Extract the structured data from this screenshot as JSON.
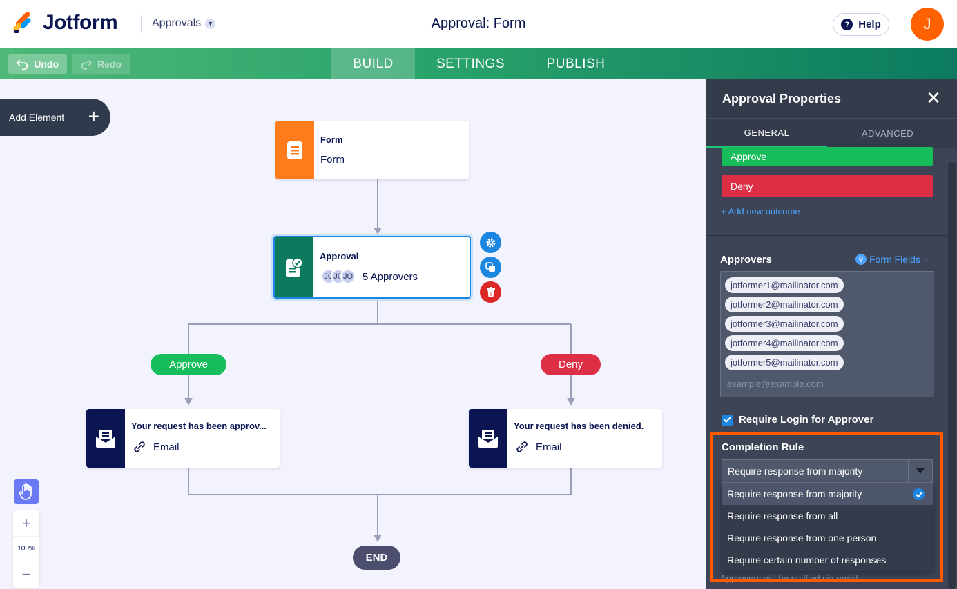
{
  "header": {
    "logo_text": "Jotform",
    "app_switcher": "Approvals",
    "page_title": "Approval: Form",
    "help_label": "Help",
    "avatar_initial": "J"
  },
  "toolbar": {
    "undo_label": "Undo",
    "redo_label": "Redo",
    "tabs": [
      {
        "label": "BUILD",
        "active": true
      },
      {
        "label": "SETTINGS",
        "active": false
      },
      {
        "label": "PUBLISH",
        "active": false
      }
    ]
  },
  "canvas": {
    "add_element_label": "Add Element",
    "form_node": {
      "type_label": "Form",
      "title": "Form"
    },
    "approval_node": {
      "type_label": "Approval",
      "avatars": [
        "JC",
        "JC",
        "JO"
      ],
      "approvers_text": "5 Approvers"
    },
    "approve_branch": "Approve",
    "deny_branch": "Deny",
    "email_node_approved": {
      "title": "Your request has been approv...",
      "type": "Email"
    },
    "email_node_denied": {
      "title": "Your request has been denied.",
      "type": "Email"
    },
    "end_label": "END",
    "zoom_level": "100%"
  },
  "panel": {
    "title": "Approval Properties",
    "tabs": [
      {
        "label": "GENERAL",
        "active": true
      },
      {
        "label": "ADVANCED",
        "active": false
      }
    ],
    "outcomes": [
      {
        "label": "Approve",
        "color": "#18bd5b"
      },
      {
        "label": "Deny",
        "color": "#dc2f45"
      }
    ],
    "add_outcome_label": "+ Add new outcome",
    "approvers_label": "Approvers",
    "form_fields_label": "Form Fields",
    "approver_emails": [
      "jotformer1@mailinator.com",
      "jotformer2@mailinator.com",
      "jotformer3@mailinator.com",
      "jotformer4@mailinator.com",
      "jotformer5@mailinator.com"
    ],
    "email_placeholder": "example@example.com",
    "require_login_label": "Require Login for Approver",
    "require_login_checked": true,
    "completion_rule_label": "Completion Rule",
    "completion_rule_selected": "Require response from majority",
    "completion_rule_options": [
      "Require response from majority",
      "Require response from all",
      "Require response from one person",
      "Require certain number of responses"
    ],
    "hidden_note": "Approvers will be notified via email"
  },
  "colors": {
    "brand_orange": "#ff6100",
    "approve_green": "#18bd5b",
    "deny_red": "#dc2f45",
    "accent_blue": "#1c86e0",
    "highlight_orange": "#ff5a00"
  }
}
